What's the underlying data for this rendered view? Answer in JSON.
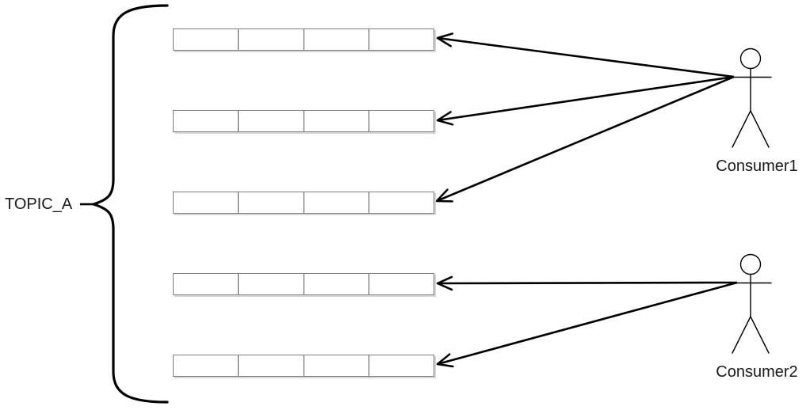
{
  "diagram": {
    "title_hint": "topic partitions consumed by consumers",
    "topic_label": "TOPIC_A",
    "partitions": {
      "count": 5,
      "segments_per_partition": 4
    },
    "consumers": [
      {
        "label": "Consumer1",
        "consumes_partitions": [
          1,
          2,
          3
        ]
      },
      {
        "label": "Consumer2",
        "consumes_partitions": [
          4,
          5
        ]
      }
    ],
    "arrows": [
      {
        "from": "Consumer1",
        "to_partition": 1
      },
      {
        "from": "Consumer1",
        "to_partition": 2
      },
      {
        "from": "Consumer1",
        "to_partition": 3
      },
      {
        "from": "Consumer2",
        "to_partition": 4
      },
      {
        "from": "Consumer2",
        "to_partition": 5
      }
    ],
    "colors": {
      "line": "#000000",
      "box_border": "#7f7f7f",
      "box_divider": "#555555",
      "box_shadow": "#d6d6d6",
      "text": "#1a1a1a",
      "background": "#ffffff"
    }
  }
}
